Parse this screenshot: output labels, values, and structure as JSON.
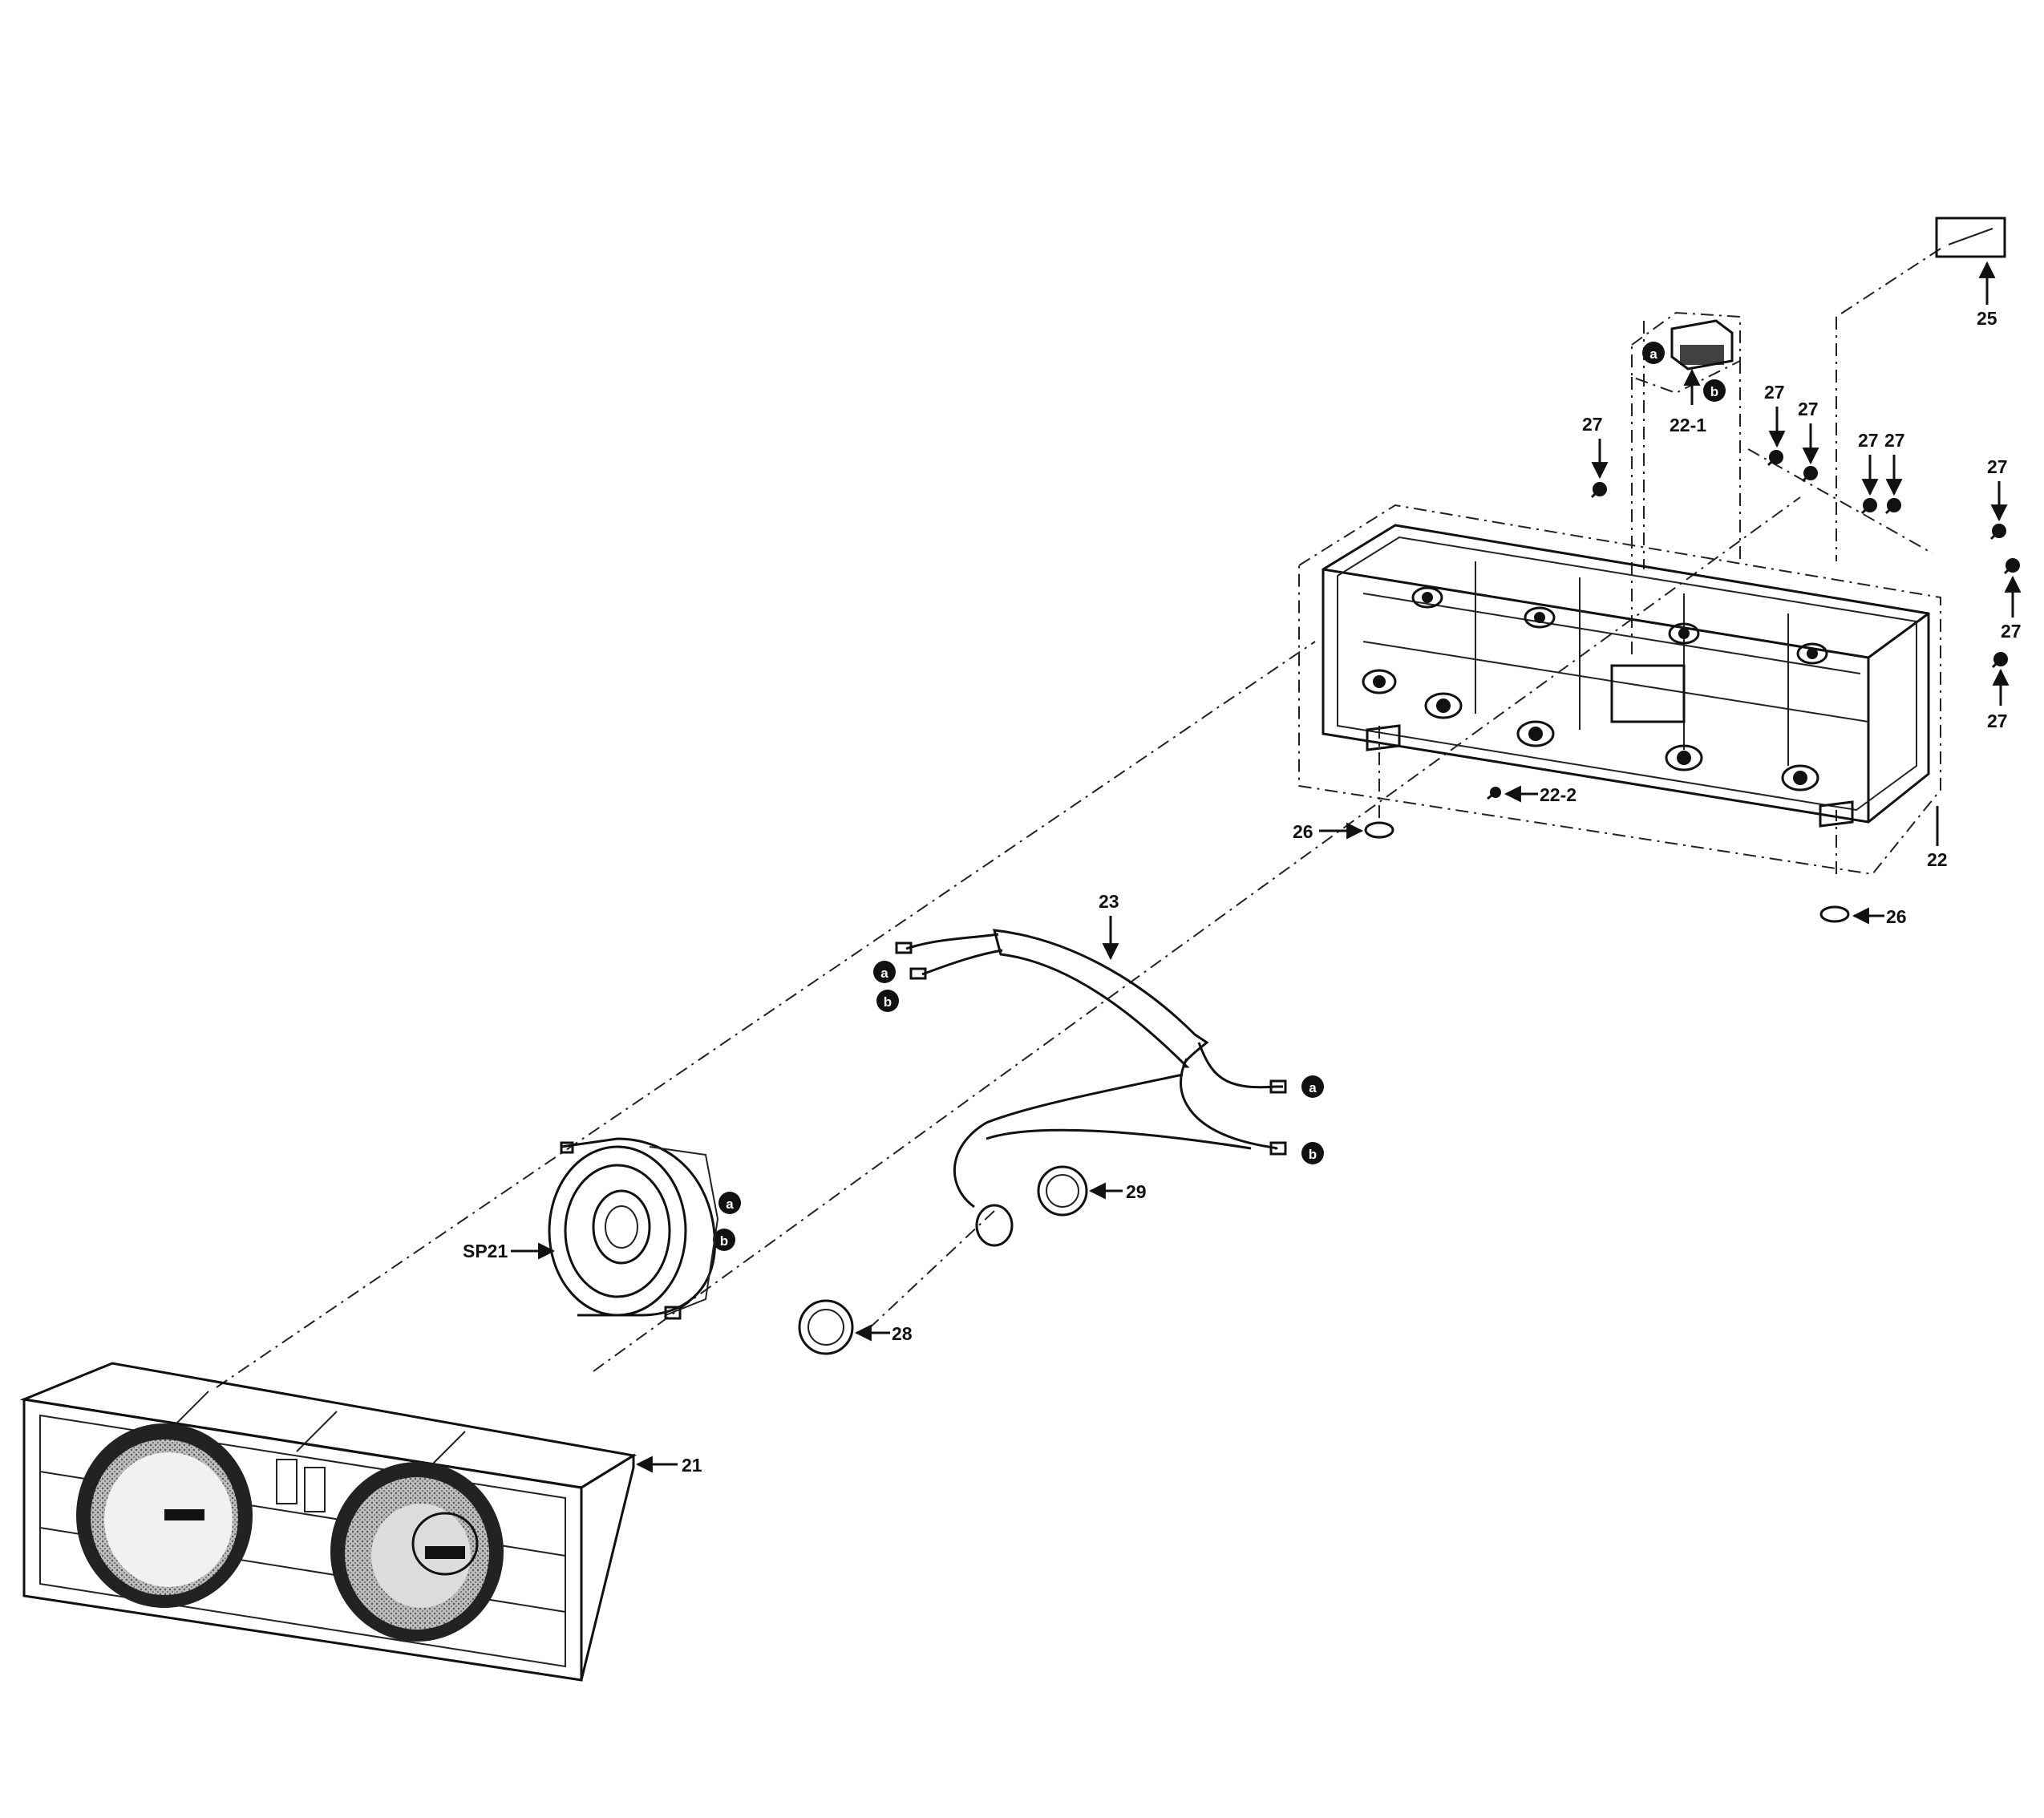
{
  "labels": {
    "p21": "21",
    "p22": "22",
    "p22_1": "22-1",
    "p22_2": "22-2",
    "p23": "23",
    "p25": "25",
    "p26": "26",
    "p27": "27",
    "p28": "28",
    "p29": "29",
    "sp21": "SP21"
  },
  "connector_marks": {
    "a": "a",
    "b": "b"
  },
  "icons": [
    "screw-icon",
    "connector-marker-icon",
    "leader-arrow-icon"
  ],
  "colors": {
    "ink": "#111111",
    "paper": "#ffffff",
    "shade": "#8a8a8a"
  }
}
